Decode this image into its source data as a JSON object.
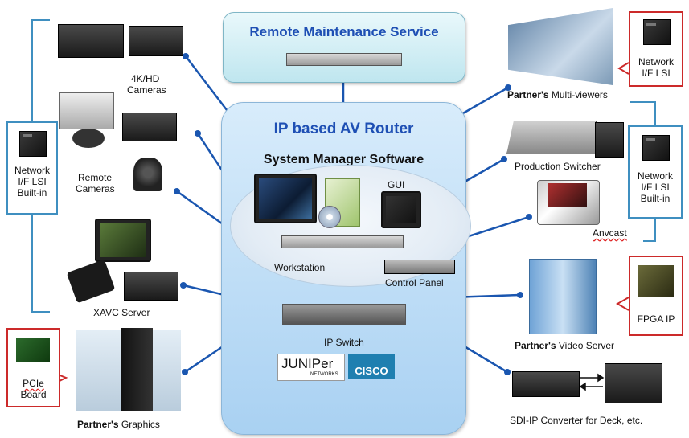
{
  "remote_maintenance": {
    "title": "Remote Maintenance Service"
  },
  "router": {
    "title": "IP based AV Router",
    "system_manager": "System Manager Software",
    "gui_label": "GUI",
    "workstation_label": "Workstation",
    "control_panel_label": "Control Panel",
    "ip_switch_label": "IP Switch",
    "logos": {
      "juniper": "JUNIPer",
      "juniper_sub": "NETWORKS",
      "cisco": "CISCO"
    }
  },
  "left": {
    "cameras_4k": [
      "4K/HD",
      "Cameras"
    ],
    "remote_cameras": [
      "Remote",
      "Cameras"
    ],
    "xavc_server": "XAVC Server",
    "network_lsi_box": [
      "Network",
      "I/F LSI",
      "Built-in"
    ],
    "pcie_box": [
      "PCIe",
      "Board"
    ],
    "graphics": {
      "partner": "Partner's",
      "name": "Graphics"
    }
  },
  "right": {
    "multiviewers": {
      "partner": "Partner's",
      "name": "Multi-viewers"
    },
    "network_lsi_box_top": [
      "Network",
      "I/F LSI"
    ],
    "production_switcher": "Production Switcher",
    "network_lsi_box_mid": [
      "Network",
      "I/F LSI",
      "Built-in"
    ],
    "anvcast": "Anvcast",
    "fpga_box": "FPGA IP",
    "video_server": {
      "partner": "Partner's",
      "name": "Video Server"
    },
    "sdi_converter": "SDI-IP Converter for Deck, etc."
  },
  "colors": {
    "link": "#1a56b0",
    "bracket": "#3f8fc0",
    "partner_box": "#cc2a2a",
    "title_blue": "#1e4fb4"
  }
}
